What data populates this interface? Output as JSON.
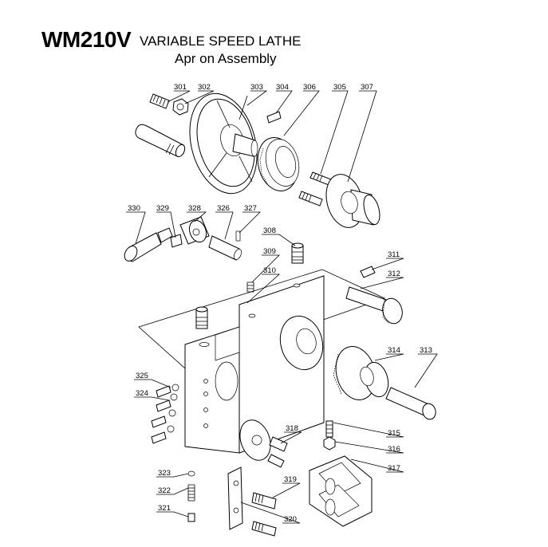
{
  "header": {
    "model": "WM210V",
    "machine": "VARIABLE SPEED LATHE",
    "assembly": "Apr on Assembly"
  },
  "callouts": {
    "p301": "301",
    "p302": "302",
    "p303": "303",
    "p304": "304",
    "p305": "305",
    "p306": "306",
    "p307": "307",
    "p308": "308",
    "p309": "309",
    "p310": "310",
    "p311": "311",
    "p312": "312",
    "p313": "313",
    "p314": "314",
    "p315": "315",
    "p316": "316",
    "p317": "317",
    "p318": "318",
    "p319": "319",
    "p320": "320",
    "p321": "321",
    "p322": "322",
    "p323": "323",
    "p324": "324",
    "p325": "325",
    "p326": "326",
    "p327": "327",
    "p328": "328",
    "p329": "329",
    "p330": "330"
  }
}
